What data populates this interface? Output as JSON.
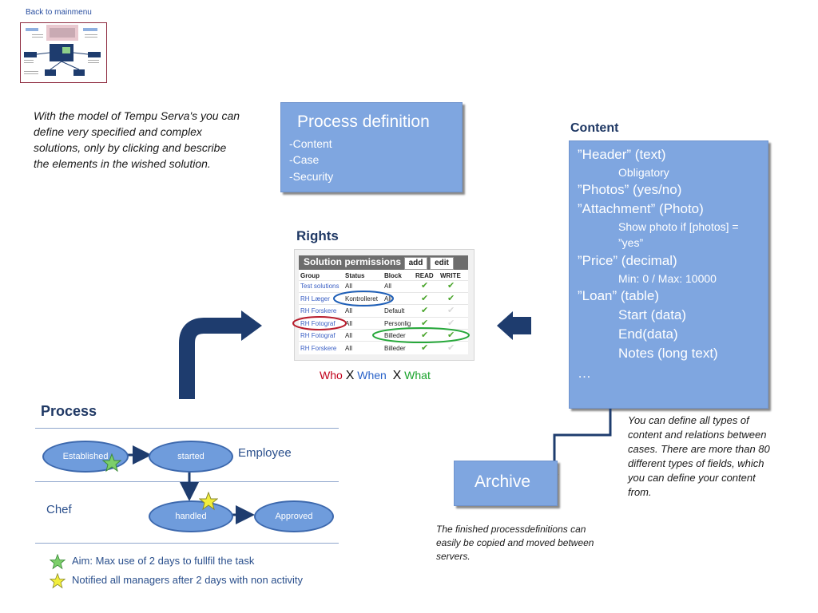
{
  "nav": {
    "back_link": "Back to mainmenu"
  },
  "intro_text": "With the model of Tempu Serva's you can define very specified and complex solutions, only by clicking and bescribe the elements in the wished solution.",
  "process_definition": {
    "title": "Process definition",
    "items": [
      "-Content",
      "-Case",
      "-Security"
    ]
  },
  "content": {
    "title": "Content",
    "lines": [
      "”Header” (text)",
      "Obligatory",
      "”Photos” (yes/no)",
      "”Attachment” (Photo)",
      "Show photo if [photos] =",
      "”yes”",
      "”Price” (decimal)",
      "Min: 0  / Max: 10000",
      "”Loan” (table)",
      "Start (data)",
      "End(data)",
      "Notes (long text)",
      "…"
    ],
    "note": "You can define all types of content and relations between cases. There are more than 80 different types of fields, which you can define your content from."
  },
  "rights": {
    "title": "Rights",
    "panel_title": "Solution permissions",
    "buttons": [
      "add",
      "edit"
    ],
    "columns": [
      "Group",
      "Status",
      "Block",
      "READ",
      "WRITE"
    ],
    "rows": [
      {
        "group": "Test solutions",
        "status": "All",
        "block": "All",
        "read": true,
        "write": true
      },
      {
        "group": "RH Læger",
        "status": "Kontrolleret",
        "block": "All",
        "read": true,
        "write": true
      },
      {
        "group": "RH Forskere",
        "status": "All",
        "block": "Default",
        "read": true,
        "write": false
      },
      {
        "group": "RH Fotograf",
        "status": "All",
        "block": "Personlig",
        "read": true,
        "write": false
      },
      {
        "group": "RH Fotograf",
        "status": "All",
        "block": "Billeder",
        "read": true,
        "write": true
      },
      {
        "group": "RH Forskere",
        "status": "All",
        "block": "Billeder",
        "read": true,
        "write": false
      }
    ],
    "caption": {
      "who": "Who",
      "x": "X",
      "when": "When",
      "what": "What"
    }
  },
  "process": {
    "title": "Process",
    "lanes": [
      "Employee",
      "Chef"
    ],
    "nodes": [
      "Established",
      "started",
      "handled",
      "Approved"
    ],
    "legend": [
      "Aim: Max use of 2 days to fullfil the task",
      "Notified all managers after 2 days with non activity"
    ]
  },
  "archive": {
    "label": "Archive",
    "note": "The finished processdefinitions can easily be copied and moved between servers."
  },
  "colors": {
    "box_blue": "#7fa6e0",
    "title_navy": "#1f3864",
    "arrow_navy": "#1e3c6e",
    "who": "#c0001a",
    "when": "#2a63c9",
    "what": "#18a32a"
  }
}
